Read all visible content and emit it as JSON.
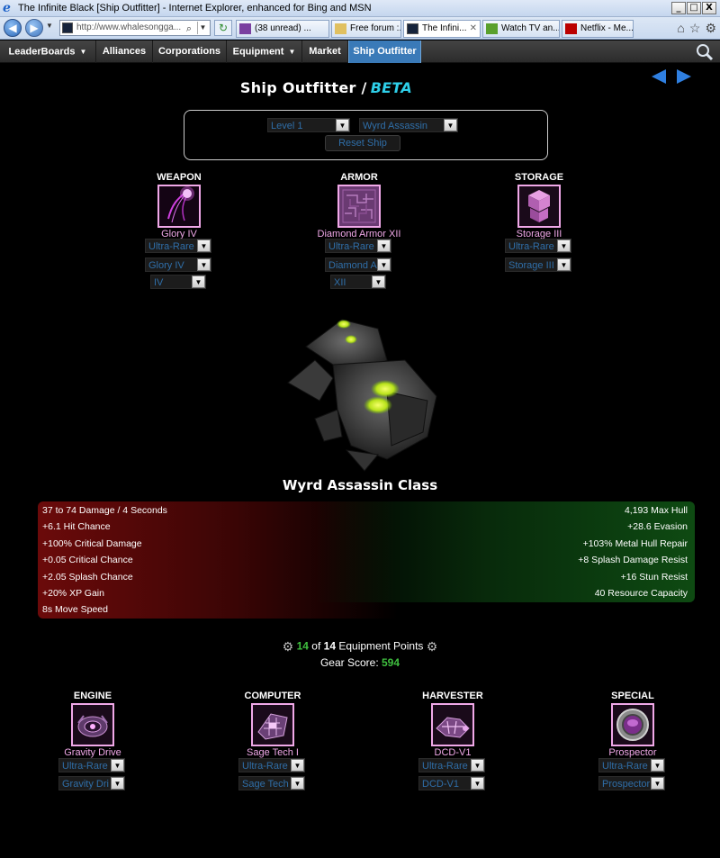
{
  "browser": {
    "title": "The Infinite Black [Ship Outfitter] - Internet Explorer, enhanced for Bing and MSN",
    "address": "http://www.whalesongga...",
    "tabs": [
      {
        "label": "(38 unread) ..."
      },
      {
        "label": "Free forum :..."
      },
      {
        "label": "The Infini..."
      },
      {
        "label": "Watch TV an..."
      },
      {
        "label": "Netflix - Me..."
      }
    ],
    "window_buttons": {
      "minimize": "_",
      "maximize": "□",
      "close": "X"
    }
  },
  "nav": {
    "items": [
      {
        "label": "LeaderBoards",
        "has_menu": true
      },
      {
        "label": "Alliances",
        "has_menu": false
      },
      {
        "label": "Corporations",
        "has_menu": false
      },
      {
        "label": "Equipment",
        "has_menu": true
      },
      {
        "label": "Market",
        "has_menu": false
      },
      {
        "label": "Ship Outfitter",
        "has_menu": false
      }
    ],
    "active": "Ship Outfitter",
    "caret": "▼"
  },
  "page": {
    "title": "Ship Outfitter /",
    "beta": "BETA",
    "level": "Level 1",
    "ship_select": "Wyrd Assassin",
    "reset_label": "Reset Ship",
    "ship_class": "Wyrd Assassin Class"
  },
  "top_slots": [
    {
      "label": "WEAPON",
      "name": "Glory IV",
      "rarity": "Ultra-Rare",
      "item": "Glory IV",
      "tier": "IV"
    },
    {
      "label": "ARMOR",
      "name": "Diamond Armor XII",
      "rarity": "Ultra-Rare",
      "item": "Diamond A",
      "tier": "XII"
    },
    {
      "label": "STORAGE",
      "name": "Storage III",
      "rarity": "Ultra-Rare",
      "item": "Storage III"
    }
  ],
  "stats": {
    "offense": [
      "37 to 74 Damage / 4 Seconds",
      "+6.1 Hit Chance",
      "+100% Critical Damage",
      "+0.05 Critical Chance",
      "+2.05 Splash Chance",
      "+20% XP Gain",
      "8s Move Speed"
    ],
    "defense": [
      "4,193 Max Hull",
      "+28.6 Evasion",
      "+103% Metal Hull Repair",
      "+8 Splash Damage Resist",
      "+16 Stun Resist",
      "40 Resource Capacity"
    ]
  },
  "equipment_points": {
    "used": "14",
    "of_word": "of",
    "total": "14",
    "label": "Equipment Points"
  },
  "gear_score": {
    "label": "Gear Score:",
    "value": "594"
  },
  "bottom_slots": [
    {
      "label": "ENGINE",
      "name": "Gravity Drive",
      "rarity": "Ultra-Rare",
      "item": "Gravity Dri"
    },
    {
      "label": "COMPUTER",
      "name": "Sage Tech I",
      "rarity": "Ultra-Rare",
      "item": "Sage Tech"
    },
    {
      "label": "HARVESTER",
      "name": "DCD-V1",
      "rarity": "Ultra-Rare",
      "item": "DCD-V1"
    },
    {
      "label": "SPECIAL",
      "name": "Prospector",
      "rarity": "Ultra-Rare",
      "item": "Prospector"
    }
  ],
  "colors": {
    "accent": "#3a7ab8",
    "slot_border": "#f0a8e8",
    "beta": "#2ecfe9",
    "points_green": "#3fbf3f",
    "select_text": "#2f6ea8"
  },
  "dropdown_glyph": "▼"
}
